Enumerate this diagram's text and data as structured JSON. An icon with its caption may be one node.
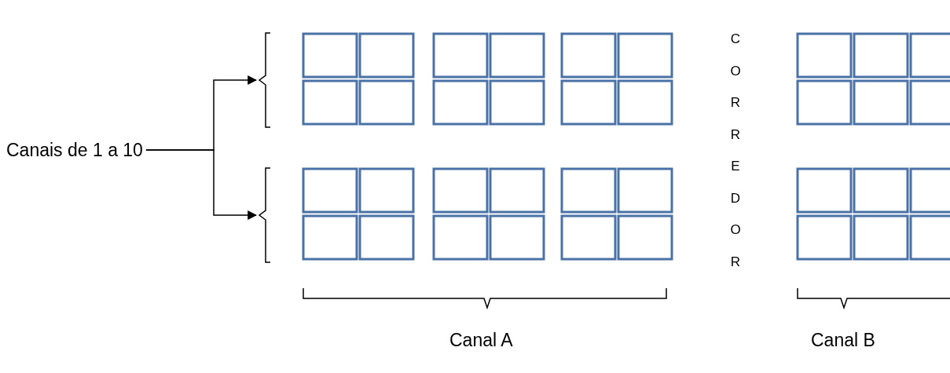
{
  "diagram": {
    "nodes": [
      {
        "text": [
          "Canais de 1 a 10"
        ]
      },
      {
        "text": [],
        "shape": "box"
      },
      {
        "text": [],
        "shape": "box"
      }
    ],
    "edges": [
      {
        "from": 0,
        "to": 1,
        "arrow": "to"
      },
      {
        "from": 0,
        "to": 2,
        "arrow": "to"
      }
    ],
    "labels": [
      "CORREDOR",
      "Canal A",
      "Canal B"
    ]
  }
}
